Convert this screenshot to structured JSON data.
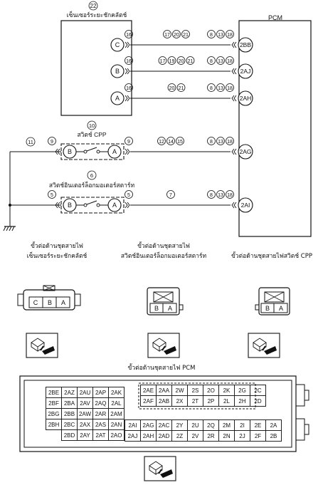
{
  "wiring": {
    "sensor_num": "22",
    "sensor_title": "เซ็นเซอร์ระยะชักคลัตช์",
    "pcm_title": "PCM",
    "cpp_num": "10",
    "cpp_title": "สวิตช์ CPP",
    "interlock_num": "6",
    "interlock_title": "สวิตช์อินเตอร์ล็อกมอเตอร์สตาร์ท",
    "ground_wire": "11",
    "rows": [
      {
        "left_pin": "C",
        "left_term": "16",
        "mid": [
          "17",
          "20",
          "21"
        ],
        "right_term": [
          "8",
          "13",
          "18"
        ],
        "pcm_pin": "2BB"
      },
      {
        "left_pin": "B",
        "left_term": "16",
        "mid": [
          "17",
          "19",
          "20",
          "21"
        ],
        "right_term": [
          "8",
          "13",
          "18"
        ],
        "pcm_pin": "2AJ"
      },
      {
        "left_pin": "A",
        "left_term": "16",
        "mid": [
          "20",
          "21"
        ],
        "right_term": [
          "8",
          "13",
          "18"
        ],
        "pcm_pin": "2AH"
      },
      {
        "sw_left": "B",
        "sw_right": "A",
        "term_left": "9",
        "term_right": "9",
        "mid": [
          "12",
          "14",
          "15"
        ],
        "right_term": [
          "8",
          "13",
          "18"
        ],
        "pcm_pin": "2AG"
      },
      {
        "sw_left": "B",
        "sw_right": "A",
        "term_left": "5",
        "term_right": "5",
        "mid": [
          "7"
        ],
        "right_term": [
          "8",
          "13",
          "18"
        ],
        "pcm_pin": "2AI"
      }
    ]
  },
  "connectors": {
    "sensor_label_1": "ขั้วต่อด้านชุดสายไฟ",
    "sensor_label_2": "เซ็นเซอร์ระยะชักคลัตช์",
    "interlock_label_1": "ขั้วต่อด้านชุดสายไฟ",
    "interlock_label_2": "สวิตช์อินเตอร์ล็อกมอเตอร์สตาร์ท",
    "cpp_label": "ขั้วต่อด้านชุดสายไฟสวิตช์ CPP",
    "sensor_pins": [
      "C",
      "B",
      "A"
    ],
    "interlock_pins": [
      "B",
      "A"
    ],
    "cpp_pins": [
      "B",
      "A"
    ],
    "pcm_label": "ขั้วต่อด้านชุดสายไฟ PCM"
  },
  "pcm_grid": {
    "left": [
      [
        "2BE",
        "2AZ",
        "2AU",
        "2AP",
        "2AK"
      ],
      [
        "2BF",
        "2BA",
        "2AV",
        "2AQ",
        "2AL"
      ],
      [
        "2BG",
        "2BB",
        "2AW",
        "2AR",
        "2AM"
      ],
      [
        "2BH",
        "2BC",
        "2AX",
        "2AS",
        "2AN"
      ],
      [
        "",
        "2BD",
        "2AY",
        "2AT",
        "2AO"
      ]
    ],
    "top_right": [
      [
        "2AE",
        "2AA",
        "2W",
        "2S",
        "2O",
        "2K",
        "2G",
        "2C"
      ],
      [
        "2AF",
        "2AB",
        "2X",
        "2T",
        "2P",
        "2L",
        "2H",
        "2D"
      ]
    ],
    "bottom_right": [
      [
        "2AI",
        "2AG",
        "2AC",
        "2Y",
        "2U",
        "2Q",
        "2M",
        "2I",
        "2E",
        "2A"
      ],
      [
        "2AJ",
        "2AH",
        "2AD",
        "2Z",
        "2V",
        "2R",
        "2N",
        "2J",
        "2F",
        "2B"
      ]
    ]
  }
}
